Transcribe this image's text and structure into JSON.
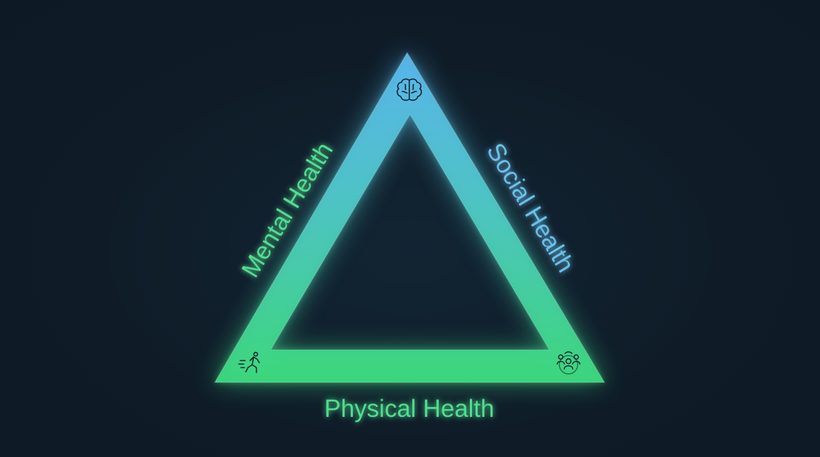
{
  "diagram": {
    "sides": {
      "left": "Mental Health",
      "right": "Social Health",
      "bottom": "Physical Health"
    },
    "vertex_icons": {
      "top": "brain-icon",
      "bottom_left": "running-person-icon",
      "bottom_right": "group-people-icon"
    },
    "colors": {
      "background": "#0f1c28",
      "triangle_top": "#4fb9ec",
      "triangle_bottom": "#3ed97f",
      "label_green": "#4fe08f",
      "label_blue": "#6cc3ef",
      "icon_stroke": "#152430"
    }
  }
}
